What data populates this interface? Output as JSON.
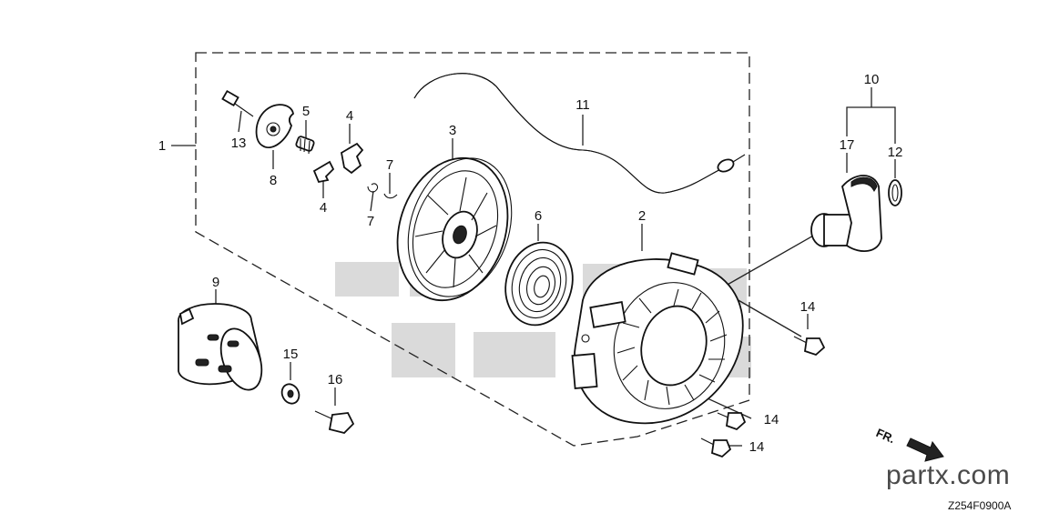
{
  "diagram": {
    "code": "Z254F0900A",
    "watermark": "partx.com",
    "direction_label": "FR.",
    "callouts": {
      "c1": "1",
      "c2": "2",
      "c3": "3",
      "c4a": "4",
      "c4b": "4",
      "c5": "5",
      "c6": "6",
      "c7a": "7",
      "c7b": "7",
      "c8": "8",
      "c9": "9",
      "c10": "10",
      "c11": "11",
      "c12": "12",
      "c13": "13",
      "c14a": "14",
      "c14b": "14",
      "c14c": "14",
      "c15": "15",
      "c16": "16",
      "c17": "17"
    }
  }
}
